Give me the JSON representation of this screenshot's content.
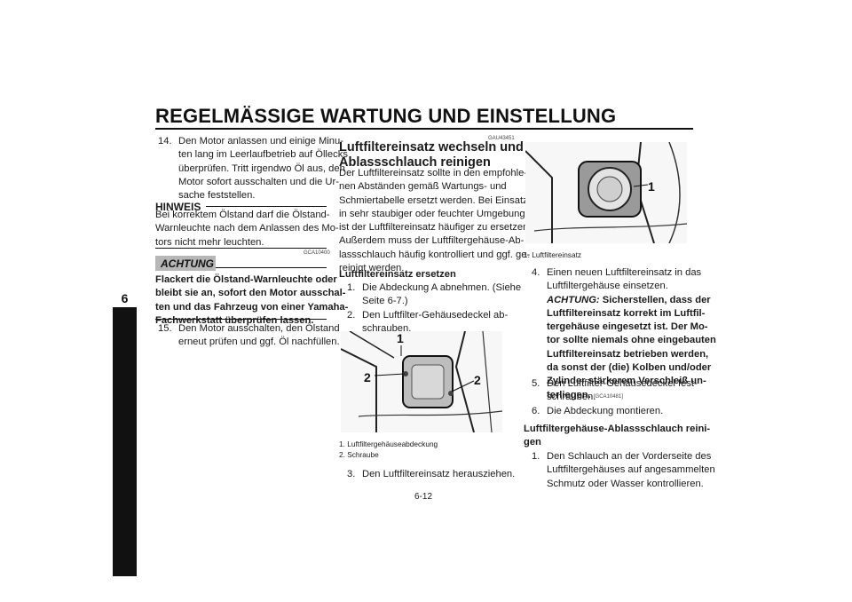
{
  "header": {
    "title": "REGELMÄSSIGE WARTUNG UND EINSTELLUNG",
    "chapter": "6"
  },
  "footer": {
    "page": "6-12"
  },
  "col1": {
    "step14": {
      "num": "14.",
      "lines": [
        "Den Motor anlassen und einige Minu-",
        "ten lang im Leerlaufbetrieb auf Öllecks",
        "überprüfen. Tritt irgendwo Öl aus, den",
        "Motor sofort ausschalten und die Ur-",
        "sache feststellen."
      ]
    },
    "hinweis": {
      "title": "HINWEIS",
      "lines": [
        "Bei korrektem Ölstand darf die Ölstand-",
        "Warnleuchte nach dem Anlassen des Mo-",
        "tors nicht mehr leuchten."
      ]
    },
    "achtung": {
      "code": "GCA10400",
      "label": "ACHTUNG",
      "lines": [
        "Flackert die Ölstand-Warnleuchte oder",
        "bleibt sie an, sofort den Motor ausschal-",
        "ten und das Fahrzeug von einer Yamaha-",
        "Fachwerkstatt überprüfen lassen."
      ]
    },
    "step15": {
      "num": "15.",
      "lines": [
        "Den Motor ausschalten, den Ölstand",
        "erneut prüfen und ggf. Öl nachfüllen."
      ]
    }
  },
  "col2": {
    "code": "GAU43451",
    "heading": [
      "Luftfiltereinsatz wechseln und",
      "Ablassschlauch reinigen"
    ],
    "intro": [
      "Der Luftfiltereinsatz sollte in den empfohle-",
      "nen Abständen gemäß Wartungs- und",
      "Schmiertabelle ersetzt werden. Bei Einsatz",
      "in sehr staubiger oder feuchter Umgebung",
      "ist der Luftfiltereinsatz häufiger zu ersetzen.",
      "Außerdem muss der Luftfiltergehäuse-Ab-",
      "lassschlauch häufig kontrolliert und ggf. ge-",
      "reinigt werden."
    ],
    "subheading": "Luftfiltereinsatz ersetzen",
    "step1": {
      "num": "1.",
      "lines": [
        "Die Abdeckung A abnehmen. (Siehe",
        "Seite 6-7.)"
      ]
    },
    "step2": {
      "num": "2.",
      "lines": [
        "Den Luftfilter-Gehäusedeckel ab-",
        "schrauben."
      ]
    },
    "figure": {
      "labels": [
        "1",
        "2",
        "2"
      ],
      "captions": [
        "1. Luftfiltergehäuseabdeckung",
        "2. Schraube"
      ]
    },
    "step3": {
      "num": "3.",
      "lines": [
        "Den Luftfiltereinsatz herausziehen."
      ]
    }
  },
  "col3": {
    "figure": {
      "label": "1",
      "caption": "1. Luftfiltereinsatz"
    },
    "step4": {
      "num": "4.",
      "lines": [
        "Einen neuen Luftfiltereinsatz in das",
        "Luftfiltergehäuse einsetzen."
      ],
      "warn_label": "ACHTUNG:",
      "warn_first": "Sicherstellen, dass der",
      "warn_lines": [
        "Luftfiltereinsatz korrekt im Luftfil-",
        "tergehäuse eingesetzt ist. Der Mo-",
        "tor sollte niemals ohne eingebauten",
        "Luftfiltereinsatz betrieben werden,",
        "da sonst der (die) Kolben und/oder",
        "Zylinder stärkerem Verschleiß un-"
      ],
      "warn_last": "terliegen.",
      "warn_code": "[GCA10481]"
    },
    "step5": {
      "num": "5.",
      "lines": [
        "Den Luftfilter-Gehäusedeckel fest-",
        "schrauben."
      ]
    },
    "step6": {
      "num": "6.",
      "lines": [
        "Die Abdeckung montieren."
      ]
    },
    "subheading": [
      "Luftfiltergehäuse-Ablassschlauch reini-",
      "gen"
    ],
    "step1": {
      "num": "1.",
      "lines": [
        "Den Schlauch an der Vorderseite des",
        "Luftfiltergehäuses auf angesammelten",
        "Schmutz oder Wasser kontrollieren."
      ]
    }
  }
}
